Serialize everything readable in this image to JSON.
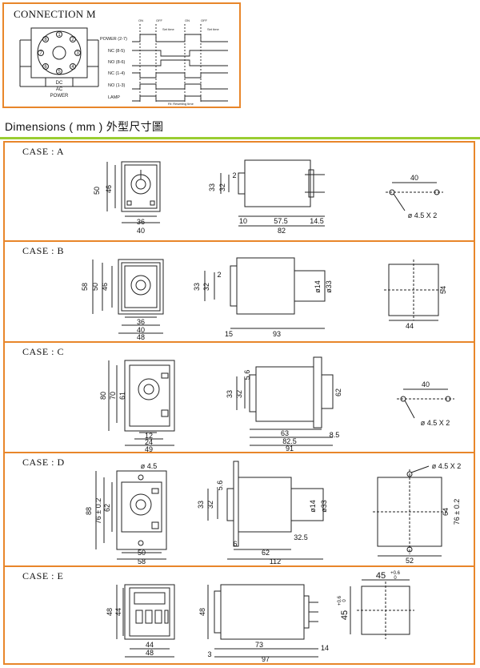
{
  "connection": {
    "title": "CONNECTION M",
    "terminal_numbers": [
      "1",
      "2",
      "3",
      "4",
      "5",
      "6",
      "7",
      "8"
    ],
    "power_labels": {
      "dc": "DC",
      "ac": "AC",
      "power": "POWER"
    },
    "timing_rows": [
      "POWER (2-7)",
      "NC (8-5)",
      "NO (8-6)",
      "NC (1-4)",
      "NO (1-3)",
      "LAMP"
    ],
    "timing_top_labels": [
      "ON",
      "OFF",
      "ON",
      "OFF"
    ],
    "timing_set_labels": [
      "Set time",
      "Set time"
    ],
    "timing_footnote": "Rt: Resetting time"
  },
  "dimensions_title": "Dimensions ( mm )  外型尺寸圖",
  "cases": [
    {
      "label": "CASE : A"
    },
    {
      "label": "CASE : B"
    },
    {
      "label": "CASE : C"
    },
    {
      "label": "CASE : D"
    },
    {
      "label": "CASE : E"
    }
  ],
  "dims": {
    "a_front": {
      "h_outer": "50",
      "h_inner": "46",
      "w_inner": "36",
      "w_outer": "40"
    },
    "a_side": {
      "h1": "33",
      "h2": "32",
      "h3": "2",
      "w1": "10",
      "w2": "57.5",
      "w3": "14.5",
      "w_total": "82"
    },
    "a_holes": {
      "spacing": "40",
      "hole": "ø 4.5 X 2"
    },
    "b_front": {
      "h1": "58",
      "h2": "50",
      "h3": "46",
      "w1": "36",
      "w2": "40",
      "w3": "48"
    },
    "b_side": {
      "h1": "33",
      "h2": "32",
      "h3": "2",
      "dia1": "ø14",
      "dia2": "ø33",
      "w1": "15",
      "w2": "93"
    },
    "b_cut": {
      "h": "54",
      "w": "44"
    },
    "c_front": {
      "h1": "80",
      "h2": "70",
      "h3": "61",
      "w1": "12",
      "w2": "24",
      "w3": "49"
    },
    "c_side": {
      "h1": "33",
      "h2": "32",
      "h3": "5.6",
      "h4": "62",
      "w1": "63",
      "w2": "8.5",
      "w3": "82.5",
      "w4": "91"
    },
    "c_holes": {
      "spacing": "40",
      "hole": "ø 4.5 X 2"
    },
    "d_front": {
      "hole": "ø 4.5",
      "h1": "88",
      "h2": "76 ± 0.2",
      "h3": "62",
      "w1": "50",
      "w2": "58"
    },
    "d_side": {
      "h1": "33",
      "h2": "32",
      "h3": "5.6",
      "dia1": "ø14",
      "dia2": "ø33",
      "w1": "6",
      "w2": "32.5",
      "w3": "62",
      "w4": "112"
    },
    "d_cut": {
      "hole": "ø 4.5 X 2",
      "h1": "64",
      "h2": "76 ± 0.2",
      "w": "52"
    },
    "e_front": {
      "h1": "48",
      "h2": "44",
      "w1": "44",
      "w2": "48"
    },
    "e_side": {
      "h": "48",
      "w0": "3",
      "w1": "73",
      "w2": "14",
      "w3": "97"
    },
    "e_cut": {
      "w": "45",
      "h": "45",
      "tol_up": "+0.6",
      "tol_dn": "0"
    }
  }
}
